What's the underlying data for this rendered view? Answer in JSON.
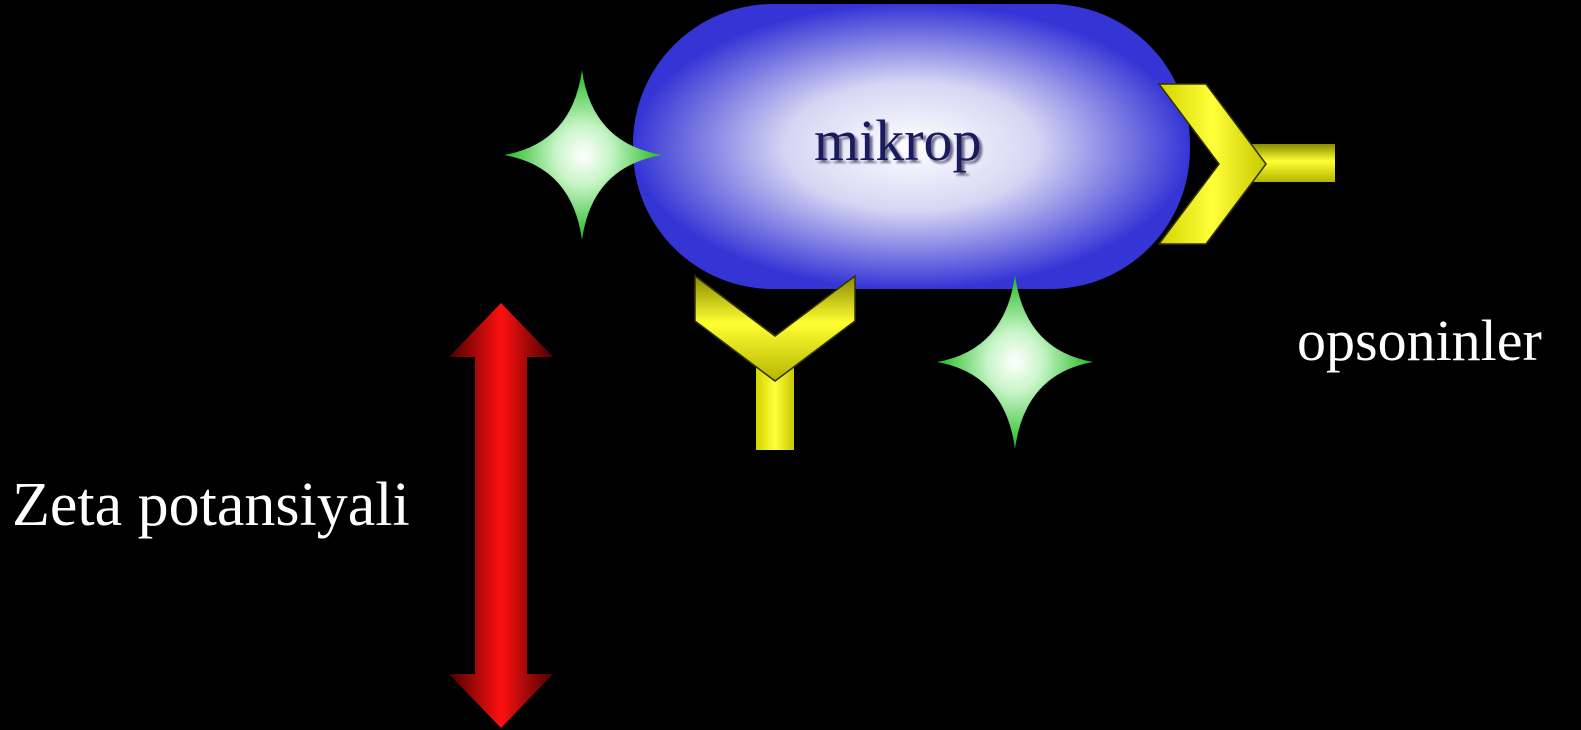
{
  "diagram": {
    "microbe_label": "mikrop",
    "opsonin_label": "opsoninler",
    "zeta_label": "Zeta potansiyali"
  },
  "colors": {
    "background": "#000000",
    "microbe_edge": "#3535d6",
    "microbe_center": "#ffffff",
    "opsonin_star": "#22c822",
    "antibody": "#e6e600",
    "zeta_arrow": "#e00000"
  },
  "icons": {
    "star": "green-four-point-star",
    "antibody": "yellow-y-antibody",
    "arrow": "red-double-headed-arrow"
  }
}
